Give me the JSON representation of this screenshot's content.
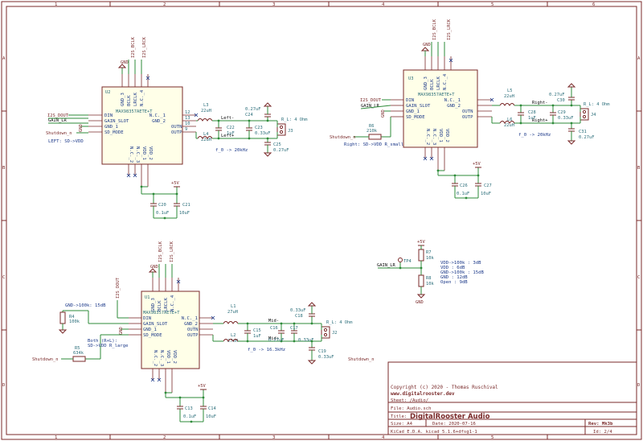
{
  "frame": {
    "col_labels": [
      "1",
      "2",
      "3",
      "4",
      "5",
      "6"
    ],
    "row_labels": [
      "A",
      "B",
      "C",
      "D"
    ]
  },
  "amps": {
    "u2": {
      "ref": "U2",
      "part": "MAX98357AETE+T",
      "left_pins": [
        "DIN",
        "GAIN_SLOT",
        "GND_1",
        "SD_MODE"
      ],
      "right_pins": [
        "N.C._1",
        "GND_2",
        "OUTN",
        "OUTP"
      ],
      "top_pins": [
        "GND_3",
        "BCLK",
        "LRCLK",
        "N.C._4"
      ],
      "bottom_pins": [
        "N.C._2",
        "N.C._3",
        "VDD_1",
        "VDD_2"
      ],
      "pin_numbers_right": [
        "12",
        "13",
        "10",
        "9"
      ],
      "pin_numbers_top": [
        "15",
        "16",
        "14"
      ],
      "pin_numbers_bottom": [
        "5",
        "6"
      ],
      "in_label": "I2S_DOUT",
      "gain_label": "GAIN_LR",
      "shutdown": "Shutdown_n",
      "note": "LEFT: SD->VDD",
      "gnd": "GND",
      "bclk": "I2S_BCLK",
      "lrck": "I2S_LRCK",
      "l_top": {
        "ref": "L3",
        "val": "22uH"
      },
      "l_bot": {
        "ref": "L4",
        "val": "22uH"
      },
      "c_mid": {
        "ref": "C22",
        "val": "1uF"
      },
      "c_mid2": {
        "ref": "C23",
        "val": "0.33uF"
      },
      "c_top": {
        "ref": "C24",
        "val": "0.27uF"
      },
      "c_bot": {
        "ref": "C25",
        "val": "0.27uF"
      },
      "net_pos": "Left-",
      "net_neg": "Left+",
      "fc": "f_0 -> 20kHz",
      "conn": {
        "ref": "J3",
        "val": "R_L: 4 Ohm"
      },
      "pwr": "+5V",
      "c_bulk1": {
        "ref": "C20",
        "val": "0.1uF"
      },
      "c_bulk2": {
        "ref": "C21",
        "val": "10uF"
      }
    },
    "u3": {
      "ref": "U3",
      "part": "MAX98357AETE+T",
      "in_label": "I2S_DOUT",
      "gain_label": "GAIN_LR",
      "shutdown": "Shutdown_n",
      "sd_res": {
        "ref": "R6",
        "val": "210k"
      },
      "note": "Right: SD->VDD R_small",
      "gnd": "GND",
      "bclk": "I2S_BCLK",
      "lrck": "I2S_LRCK",
      "l_top": {
        "ref": "L5",
        "val": "22uH"
      },
      "l_bot": {
        "ref": "L6",
        "val": "22uH"
      },
      "c_mid": {
        "ref": "C28",
        "val": "1uF"
      },
      "c_mid2": {
        "ref": "C29",
        "val": "0.33uF"
      },
      "c_top": {
        "ref": "C30",
        "val": "0.27uF"
      },
      "c_bot": {
        "ref": "C31",
        "val": "0.27uF"
      },
      "net_pos": "Right-",
      "net_neg": "Right+",
      "fc": "f_0 -> 20kHz",
      "conn": {
        "ref": "J4",
        "val": "R_L: 4 Ohm"
      },
      "pwr": "+5V",
      "c_bulk1": {
        "ref": "C26",
        "val": "0.1uF"
      },
      "c_bulk2": {
        "ref": "C27",
        "val": "10uF"
      }
    },
    "u1": {
      "ref": "U1",
      "part": "MAX98357AETE+T",
      "in_label": "I2S_DOUT",
      "gain_note": "GND->100k: 15dB",
      "gain_res": {
        "ref": "R4",
        "val": "100k"
      },
      "sd_res": {
        "ref": "R5",
        "val": "634k"
      },
      "note_a": "Both (R+L):",
      "note_b": "SD->VDD R_large",
      "shutdown": "Shutdown_n",
      "shutdown_right": "Shutdown_n",
      "gnd": "GND",
      "bclk": "I2S_BCLK",
      "lrck": "I2S_LRCK",
      "l_top": {
        "ref": "L1",
        "val": "27uH"
      },
      "l_bot": {
        "ref": "L2",
        "val": "27uH"
      },
      "c_mid": {
        "ref": "C15",
        "val": "1uF"
      },
      "c_mid2": {
        "ref": "C16",
        "val": "0.27uF"
      },
      "c_mid3": {
        "ref": "C17",
        "val": "0.33uF"
      },
      "c_top": {
        "ref": "C18",
        "val": "0.33uF"
      },
      "c_bot": {
        "ref": "C19",
        "val": "0.33uF"
      },
      "net_pos": "Mid-",
      "net_neg": "Mid+",
      "fc": "f_0 -> 16.3kHz",
      "conn": {
        "ref": "J2",
        "val": "R_L: 4 Ohm"
      },
      "pwr": "+5V",
      "c_bulk1": {
        "ref": "C13",
        "val": "0.1uF"
      },
      "c_bulk2": {
        "ref": "C14",
        "val": "10uF"
      }
    }
  },
  "gain_divider": {
    "label": "GAIN_LR",
    "tp": "TP4",
    "r_top": {
      "ref": "R7",
      "val": "10k"
    },
    "r_bot": {
      "ref": "R8",
      "val": "10k"
    },
    "pwr": "+5V",
    "gnd": "GND",
    "table": [
      "VDD->100k : 3dB",
      "VDD : 6dB",
      "GND->100k : 15dB",
      "GND : 12dB",
      "Open : 9dB"
    ]
  },
  "shutdown_right_label": "Shutdown_n",
  "title_block": {
    "copyright": "Copyright (c) 2020 - Thomas Ruschival",
    "website": "www.digitalrooster.dev",
    "sheet": "Sheet: /Audio/",
    "file": "File: Audio.sch",
    "title_label": "Title:",
    "title": "DigitalRooster Audio",
    "size_label": "Size: A4",
    "date_label": "Date: 2020-07-16",
    "rev_label": "Rev: Mk3b",
    "tool": "KiCad E.D.A.  kicad 5.1.6+dfsg1-1",
    "id": "Id: 2/4"
  },
  "colors": {
    "frame": "#7a2a2a",
    "wire": "#2e8b3a",
    "text_blue": "#1d3a8a",
    "ref_teal": "#2b6e7a",
    "chip_fill": "#ffffe8"
  }
}
